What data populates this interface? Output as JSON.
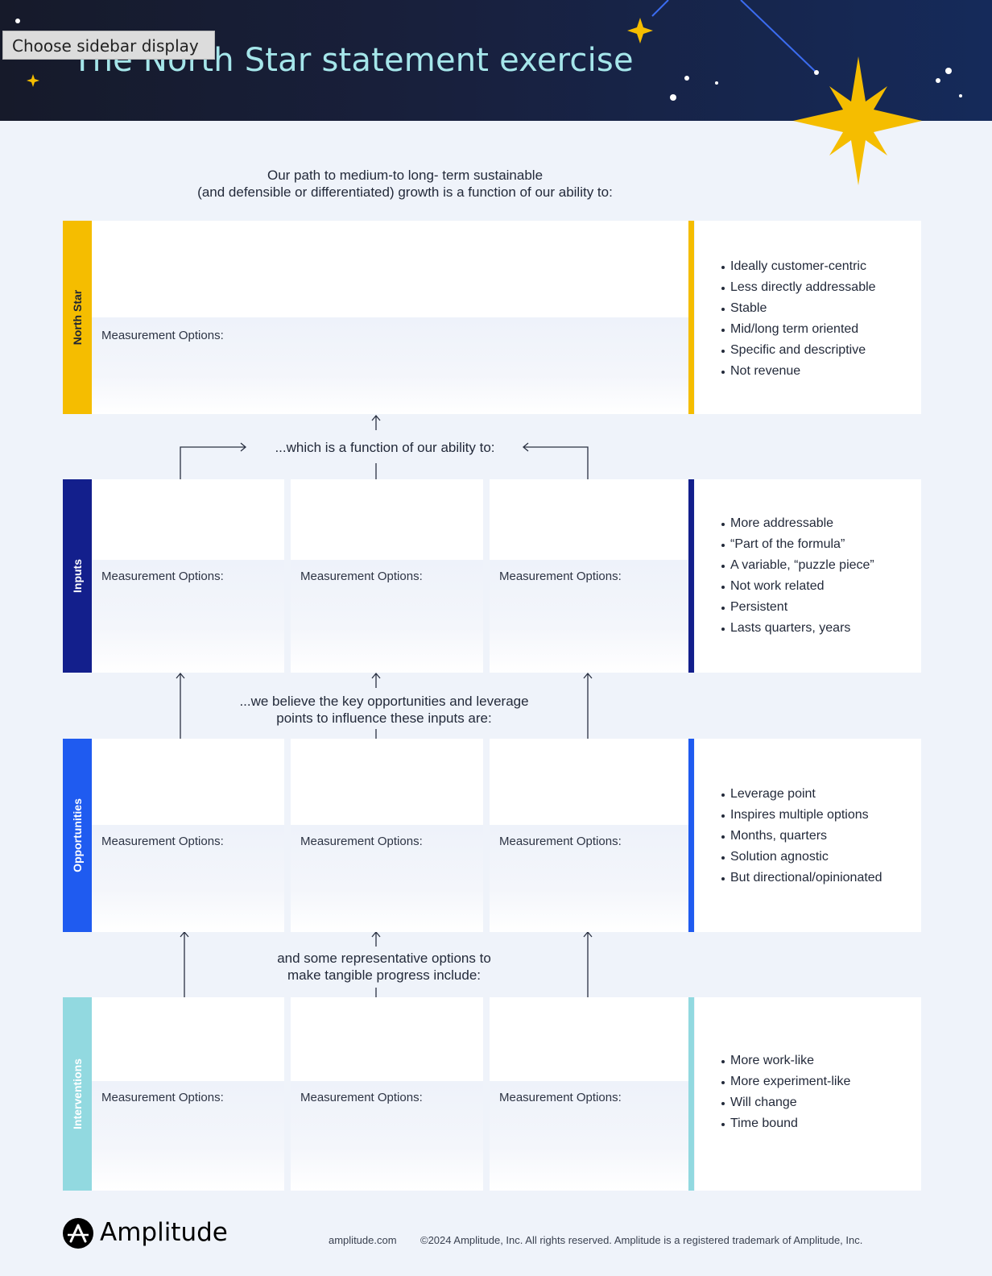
{
  "header": {
    "title": "The North Star statement exercise",
    "sidebar_button": "Choose sidebar display"
  },
  "intro": {
    "line1": "Our path to medium-to long- term sustainable",
    "line2": "(and defensible or differentiated) growth is a function of our ability to:"
  },
  "measurement_label": "Measurement Options:",
  "rows": {
    "north_star": {
      "label": "North Star",
      "color": "#f5bd00",
      "bullets": [
        "Ideally customer-centric",
        "Less directly addressable",
        "Stable",
        "Mid/long term oriented",
        "Specific and descriptive",
        "Not revenue"
      ]
    },
    "inputs": {
      "label": "Inputs",
      "color": "#131f8c",
      "bullets": [
        "More addressable",
        "“Part of the formula”",
        "A variable, “puzzle piece”",
        "Not work related",
        "Persistent",
        "Lasts quarters, years"
      ]
    },
    "opportunities": {
      "label": "Opportunities",
      "color": "#1f5bf0",
      "bullets": [
        "Leverage point",
        "Inspires multiple options",
        "Months, quarters",
        "Solution agnostic",
        "But directional/opinionated"
      ]
    },
    "interventions": {
      "label": "Interventions",
      "color": "#92d9e0",
      "bullets": [
        "More work-like",
        "More experiment-like",
        "Will change",
        "Time bound"
      ]
    }
  },
  "connectors": {
    "c1": {
      "line1": "...which is a function of our ability to:"
    },
    "c2": {
      "line1": "...we believe the key opportunities and leverage",
      "line2": "points to influence these inputs are:"
    },
    "c3": {
      "line1": "and some representative options to",
      "line2": "make tangible progress include:"
    }
  },
  "footer": {
    "brand": "Amplitude",
    "url": "amplitude.com",
    "copyright": "©2024 Amplitude, Inc. All rights reserved. Amplitude is a registered trademark of Amplitude, Inc."
  }
}
